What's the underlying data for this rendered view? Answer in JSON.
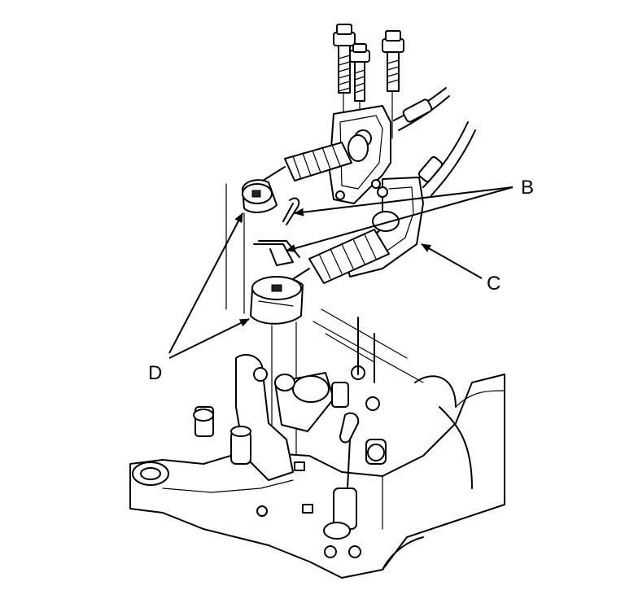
{
  "callouts": {
    "b": "B",
    "c": "C",
    "d": "D"
  },
  "colors": {
    "line": "#000000",
    "background": "#ffffff",
    "shade": "#9a9a9a"
  }
}
